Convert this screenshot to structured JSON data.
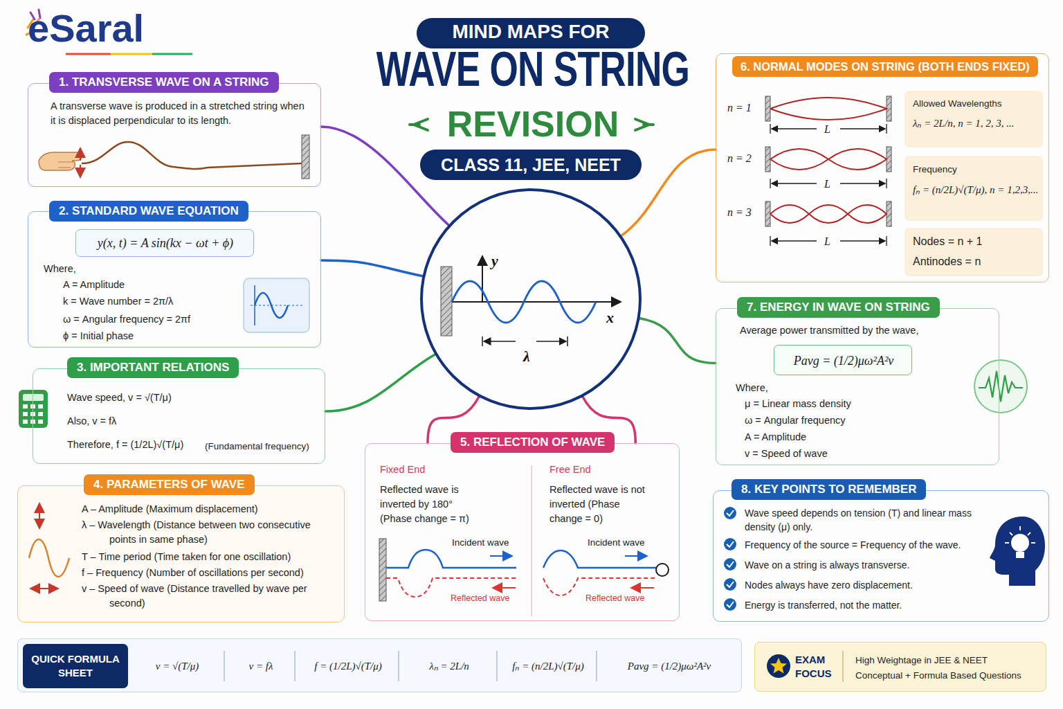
{
  "diagram": {
    "title": "WAVE ON STRING",
    "nodes": [
      {
        "text": [
          "MIND MAPS FOR"
        ]
      },
      {
        "text": [
          "CLASS 11, JEE, NEET"
        ]
      },
      {
        "text": [
          "1. TRANSVERSE WAVE ON A STRING",
          "A transverse wave is produced in a stretched string when it is displaced perpendicular to its length."
        ]
      },
      {
        "text": [
          "2. STANDARD WAVE EQUATION",
          "Where,",
          "A = Amplitude",
          "k = Wave number = 2π/λ",
          "ω = Angular frequency = 2πf",
          "ϕ = Initial phase"
        ]
      },
      {
        "text": [
          "y(x, t) = A sin(kx − ωt + ϕ)"
        ],
        "in": 3
      },
      {
        "text": [
          "3. IMPORTANT RELATIONS",
          "Wave speed, v = √(T/μ)",
          "Also, v = fλ",
          "Therefore, f = (1/2L)√(T/μ)",
          "(Fundamental frequency)"
        ]
      },
      {
        "text": [
          "4. PARAMETERS OF WAVE",
          "A – Amplitude (Maximum displacement)",
          "λ – Wavelength (Distance between two consecutive points in same phase)",
          "T – Time period (Time taken for one oscillation)",
          "f – Frequency (Number of oscillations per second)",
          "v – Speed of wave (Distance travelled by wave per second)"
        ]
      },
      {
        "text": [
          "y",
          "x",
          "λ"
        ]
      },
      {
        "text": [
          "5. REFLECTION OF WAVE",
          "Fixed End",
          "Reflected wave is inverted by 180° (Phase change = π)",
          "Incident wave",
          "Reflected wave",
          "Free End",
          "Reflected wave is not inverted (Phase change = 0)",
          "Incident wave",
          "Reflected wave"
        ]
      },
      {
        "text": [
          "6. NORMAL MODES ON STRING (BOTH ENDS FIXED)",
          "n = 1",
          "L",
          "n = 2",
          "L",
          "n = 3",
          "L"
        ]
      },
      {
        "text": [
          "Allowed Wavelengths",
          "λₙ = 2L/n, n = 1, 2, 3, ..."
        ],
        "in": 9
      },
      {
        "text": [
          "Frequency",
          "fₙ = (n/2L)√(T/μ), n = 1,2,3,..."
        ],
        "in": 9
      },
      {
        "text": [
          "Nodes = n + 1",
          "Antinodes = n"
        ],
        "in": 9
      },
      {
        "text": [
          "7. ENERGY IN WAVE ON STRING",
          "Average power transmitted by the wave,",
          "Where,",
          "μ = Linear mass density",
          "ω = Angular frequency",
          "A = Amplitude",
          "v = Speed of wave"
        ]
      },
      {
        "text": [
          "Pavg = (1/2)μω²A²v"
        ],
        "in": 13
      },
      {
        "text": [
          "8. KEY POINTS TO REMEMBER",
          "Wave speed depends on tension (T) and linear mass density (μ) only.",
          "Frequency of the source = Frequency of the wave.",
          "Wave on a string is always transverse.",
          "Nodes always have zero displacement.",
          "Energy is transferred, not the matter."
        ]
      },
      {
        "text": [
          "v = √(T/μ)",
          "v = fλ",
          "f = (1/2L)√(T/μ)",
          "λₙ = 2L/n",
          "fₙ = (n/2L)√(T/μ)",
          "Pavg = (1/2)μω²A²v"
        ]
      },
      {
        "text": [
          "QUICK FORMULA SHEET"
        ],
        "in": 16
      },
      {
        "text": [
          "EXAM FOCUS",
          "High Weightage in JEE & NEET",
          "Conceptual + Formula Based Questions"
        ]
      }
    ],
    "edges": [
      {
        "from": 7,
        "to": 2,
        "arrow": "none"
      },
      {
        "from": 7,
        "to": 3,
        "arrow": "none"
      },
      {
        "from": 7,
        "to": 5,
        "arrow": "none"
      },
      {
        "from": 7,
        "to": 8,
        "arrow": "none"
      },
      {
        "from": 7,
        "to": 8,
        "arrow": "none"
      },
      {
        "from": 7,
        "to": 9,
        "arrow": "none"
      },
      {
        "from": 7,
        "to": 13,
        "arrow": "none"
      }
    ],
    "labels": [
      "eSaral",
      "REVISION"
    ]
  }
}
